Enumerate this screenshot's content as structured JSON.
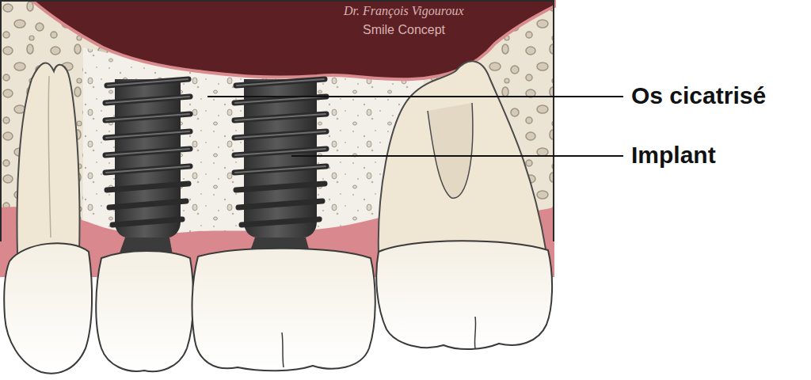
{
  "diagram": {
    "labels": [
      "Dr. François Vigouroux",
      "Smile Concept",
      "Os cicatrisé",
      "Implant"
    ]
  }
}
